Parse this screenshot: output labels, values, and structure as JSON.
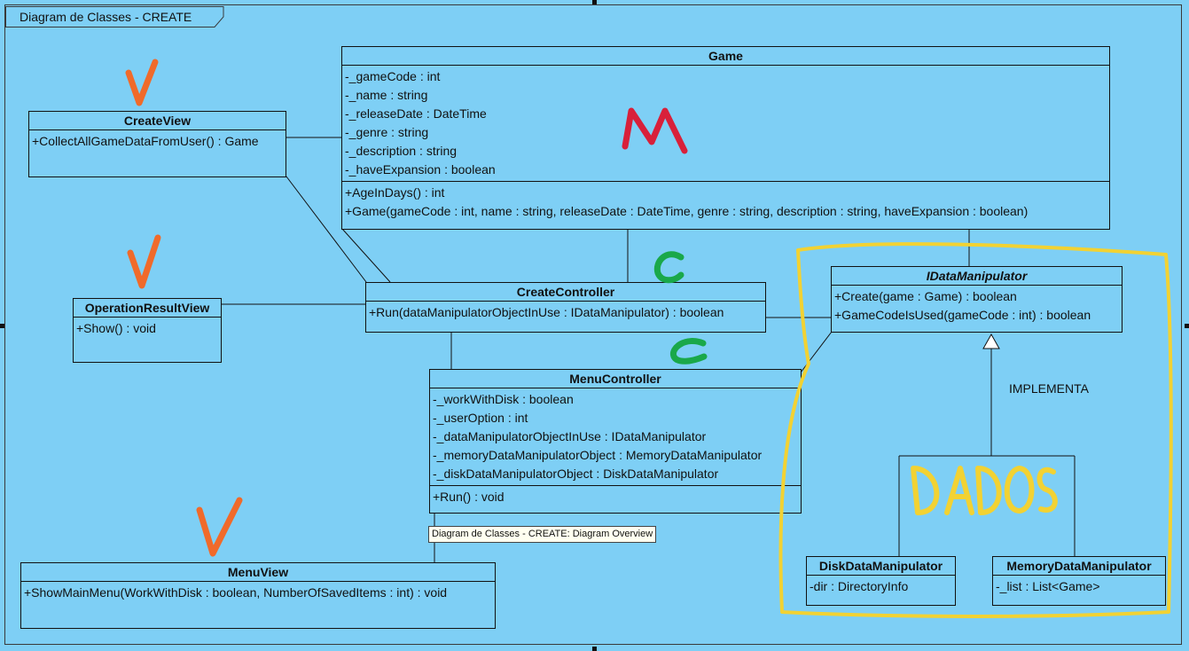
{
  "frame": {
    "title": "Diagram de Classes - CREATE"
  },
  "classes": {
    "game": {
      "name": "Game",
      "attributes": [
        "-_gameCode : int",
        "-_name : string",
        "-_releaseDate : DateTime",
        "-_genre : string",
        "-_description : string",
        "-_haveExpansion : boolean"
      ],
      "operations": [
        "+AgeInDays() : int",
        "+Game(gameCode : int, name : string, releaseDate : DateTime, genre : string, description : string, haveExpansion : boolean)"
      ]
    },
    "create_view": {
      "name": "CreateView",
      "operations": [
        "+CollectAllGameDataFromUser() : Game"
      ]
    },
    "operation_result_view": {
      "name": "OperationResultView",
      "operations": [
        "+Show() : void"
      ]
    },
    "create_controller": {
      "name": "CreateController",
      "operations": [
        "+Run(dataManipulatorObjectInUse : IDataManipulator) : boolean"
      ]
    },
    "idata_manipulator": {
      "name": "IDataManipulator",
      "operations": [
        "+Create(game : Game) : boolean",
        "+GameCodeIsUsed(gameCode : int) : boolean"
      ]
    },
    "menu_controller": {
      "name": "MenuController",
      "attributes": [
        "-_workWithDisk : boolean",
        "-_userOption : int",
        "-_dataManipulatorObjectInUse : IDataManipulator",
        "-_memoryDataManipulatorObject : MemoryDataManipulator",
        "-_diskDataManipulatorObject : DiskDataManipulator"
      ],
      "operations": [
        "+Run() : void"
      ]
    },
    "menu_view": {
      "name": "MenuView",
      "operations": [
        "+ShowMainMenu(WorkWithDisk : boolean, NumberOfSavedItems : int) : void"
      ]
    },
    "disk_data_manipulator": {
      "name": "DiskDataManipulator",
      "attributes": [
        "-dir : DirectoryInfo"
      ]
    },
    "memory_data_manipulator": {
      "name": "MemoryDataManipulator",
      "attributes": [
        "-_list : List<Game>"
      ]
    }
  },
  "relation_label": "IMPLEMENTA",
  "tooltip": "Diagram de Classes - CREATE: Diagram Overview",
  "annotations": {
    "view_mark": "V",
    "model_mark": "M",
    "controller_mark": "C",
    "data_mark": "DADOS",
    "colors": {
      "view": "#f06a2a",
      "model": "#d8203a",
      "controller": "#1aa84a",
      "data": "#f2d233"
    }
  }
}
